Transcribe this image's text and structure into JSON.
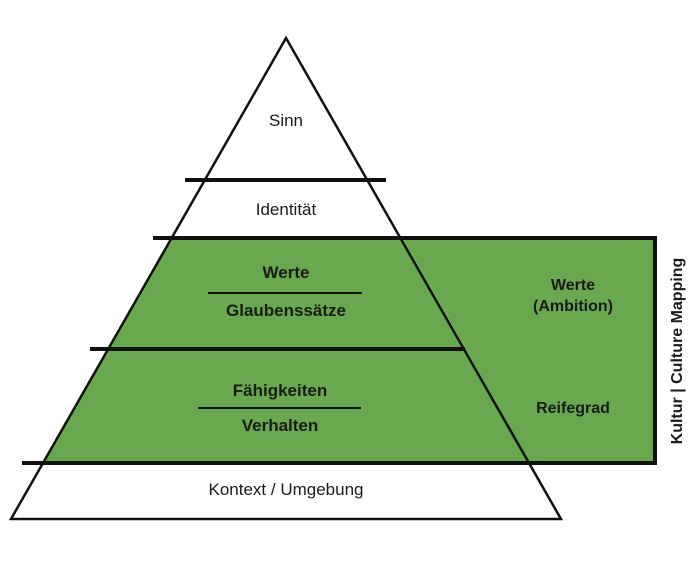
{
  "levels": {
    "sinn": "Sinn",
    "identitaet": "Identität",
    "werte": "Werte",
    "glaubenssaetze": "Glaubenssätze",
    "faehigkeiten": "Fähigkeiten",
    "verhalten": "Verhalten",
    "kontext": "Kontext / Umgebung"
  },
  "side_labels": {
    "werte_line1": "Werte",
    "werte_line2": "(Ambition)",
    "reifegrad": "Reifegrad"
  },
  "vertical_label": "Kultur | Culture Mapping",
  "colors": {
    "highlight_green": "#6aa84f",
    "stroke": "#111111",
    "background": "#ffffff"
  }
}
